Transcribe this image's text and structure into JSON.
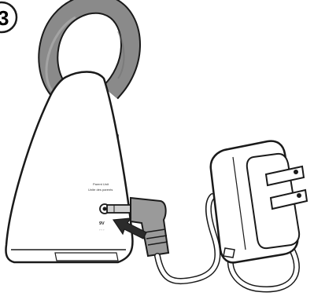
{
  "step": {
    "number": "3"
  },
  "device_labels": {
    "line1": "Parent Unit",
    "line2": "Unite des parents",
    "voltage": "9V",
    "polarity_note": "◦ ◦ ◦"
  },
  "colors": {
    "handle": "#8a8a8a",
    "body": "#ffffff",
    "outline": "#1a1a1a",
    "side_button": "#7a7a7a",
    "arrow": "#2b2b2b"
  },
  "icons": [
    "device-parent-unit",
    "dc-plug",
    "insert-arrow",
    "ac-power-adapter",
    "power-cord"
  ]
}
